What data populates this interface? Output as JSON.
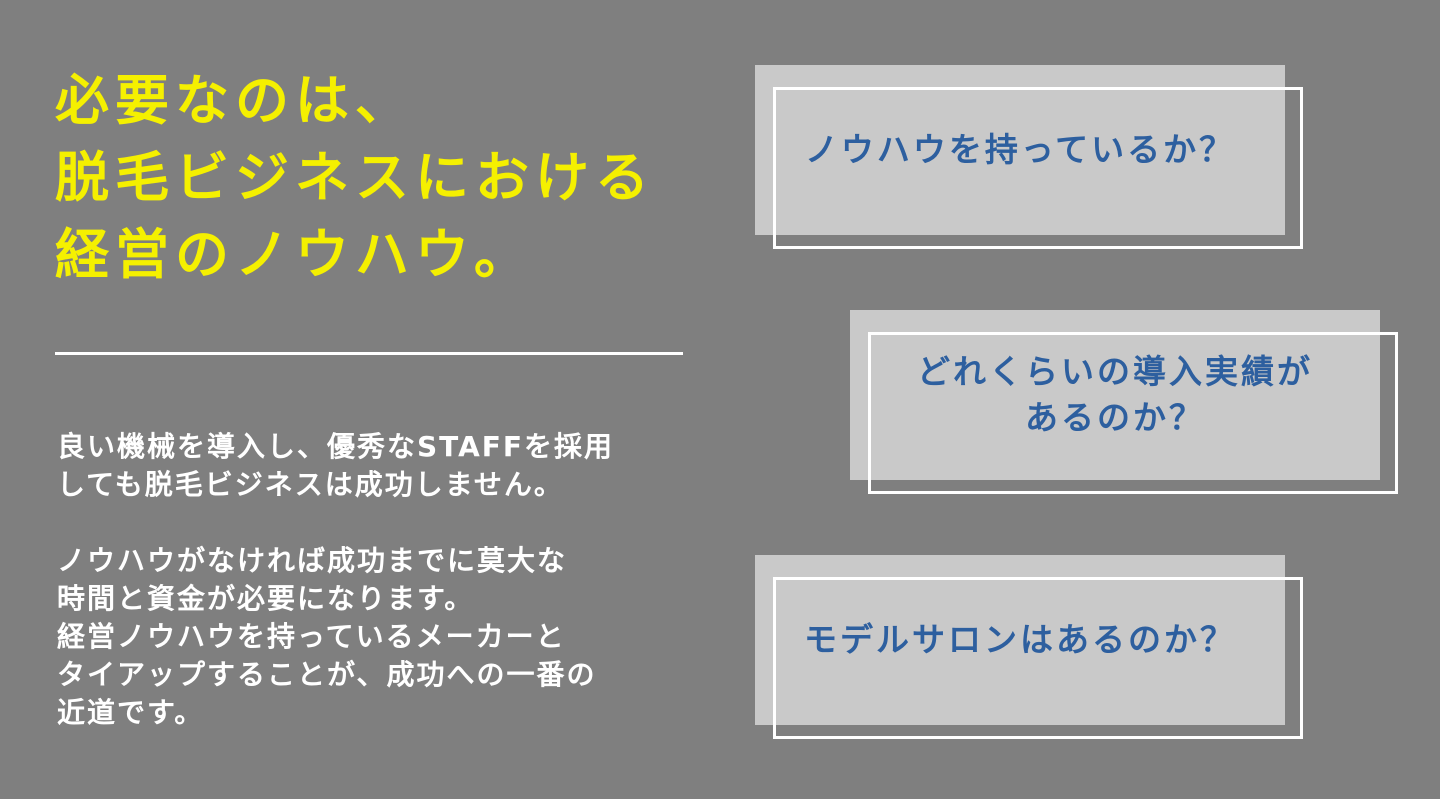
{
  "colors": {
    "background": "#7f7f7f",
    "heading_yellow": "#f5f000",
    "body_white": "#ffffff",
    "box_fill": "#c9c9c9",
    "box_text_blue": "#2d5f9f",
    "outline_white": "#ffffff"
  },
  "left": {
    "heading": "必要なのは、\n脱毛ビジネスにおける\n経営のノウハウ。",
    "paragraph1": "良い機械を導入し、優秀なSTAFFを採用\nしても脱毛ビジネスは成功しません。",
    "paragraph2": "ノウハウがなければ成功までに莫大な\n時間と資金が必要になります。\n経営ノウハウを持っているメーカーと\nタイアップすることが、成功への一番の\n近道です。"
  },
  "boxes": [
    {
      "text": "ノウハウを持っているか？"
    },
    {
      "text": "どれくらいの導入実績が\nあるのか？"
    },
    {
      "text": "モデルサロンはあるのか？"
    }
  ]
}
